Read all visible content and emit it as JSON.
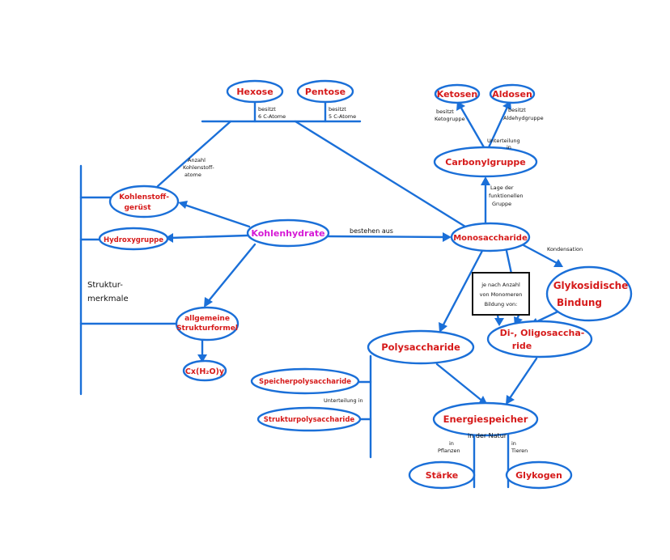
{
  "nodes": {
    "hexose": "Hexose",
    "pentose": "Pentose",
    "ketosen": "Ketosen",
    "aldosen": "Aldosen",
    "carbonylgruppe": "Carbonylgruppe",
    "kohlenstoffgeruest_1": "Kohlenstoff-",
    "kohlenstoffgeruest_2": "gerüst",
    "hydroxygruppe": "Hydroxygruppe",
    "kohlenhydrate": "Kohlenhydrate",
    "monosaccharide": "Monosaccharide",
    "glykosidische_1": "Glykosidische",
    "glykosidische_2": "Bindung",
    "allgemeine_1": "allgemeine",
    "allgemeine_2": "Strukturformel",
    "formel": "Cx(H₂O)y",
    "polysaccharide": "Polysaccharide",
    "oligo_1": "Di-, Oligosaccha-",
    "oligo_2": "ride",
    "speicher": "Speicherpolysaccharide",
    "struktur": "Strukturpolysaccharide",
    "energiespeicher": "Energiespeicher",
    "staerke": "Stärke",
    "glykogen": "Glykogen"
  },
  "labels": {
    "hexose_note_1": "besitzt",
    "hexose_note_2": "6 C-Atome",
    "pentose_note_1": "besitzt",
    "pentose_note_2": "5 C-Atome",
    "ketosen_note_1": "besitzt",
    "ketosen_note_2": "Ketogruppe",
    "aldosen_note_1": "besitzt",
    "aldosen_note_2": "Aldehydgruppe",
    "einteilung_1": "Unterteilung",
    "einteilung_2": "in",
    "lage_1": "Lage der",
    "lage_2": "funktionellen",
    "lage_3": "Gruppe",
    "anzahl_1": "Anzahl",
    "anzahl_2": "Kohlenstoff-",
    "anzahl_3": "atome",
    "bestehen": "bestehen aus",
    "kondensation": "Kondensation",
    "struktur_1": "Struktur-",
    "struktur_2": "merkmale",
    "box_1": "je nach Anzahl",
    "box_2": "von Monomeren",
    "box_3": "Bildung von:",
    "unterteilung_in": "Unterteilung in",
    "in_der_natur": "in der Natur",
    "pflanzen_1": "in",
    "pflanzen_2": "Pflanzen",
    "tieren_1": "in",
    "tieren_2": "Tieren"
  },
  "colors": {
    "line": "#1a6fd8",
    "node_text": "#d61a1a",
    "root_text": "#d61ad6"
  }
}
